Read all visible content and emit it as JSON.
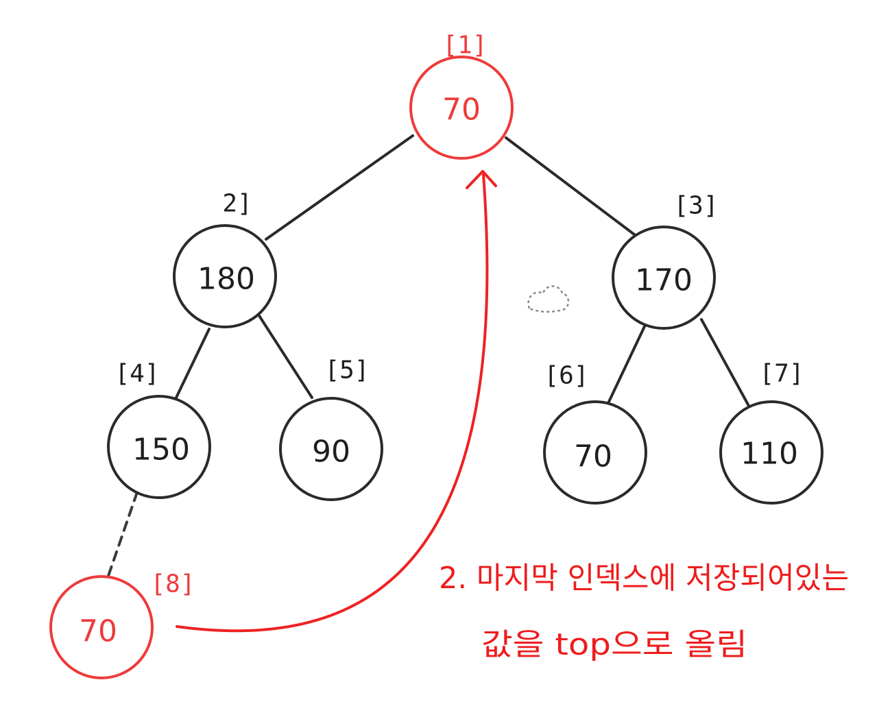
{
  "nodes": [
    {
      "index_label": "[1]",
      "value": "70",
      "highlight": true
    },
    {
      "index_label": "2]",
      "value": "180",
      "highlight": false
    },
    {
      "index_label": "[3]",
      "value": "170",
      "highlight": false
    },
    {
      "index_label": "[4]",
      "value": "150",
      "highlight": false
    },
    {
      "index_label": "[5]",
      "value": "90",
      "highlight": false
    },
    {
      "index_label": "[6]",
      "value": "70",
      "highlight": false
    },
    {
      "index_label": "[7]",
      "value": "110",
      "highlight": false
    },
    {
      "index_label": "[8]",
      "value": "70",
      "highlight": true
    }
  ],
  "annotation": {
    "line1": "2. 마지막 인덱스에 저장되어있는",
    "line2": "값을 top으로 올림"
  },
  "colors": {
    "highlight": "#ee3b3b",
    "ink": "#2a2a2a"
  }
}
